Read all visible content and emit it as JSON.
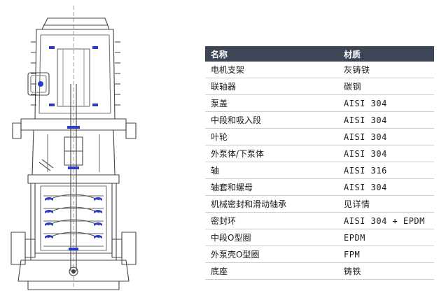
{
  "table": {
    "header": {
      "name": "名称",
      "material": "材质"
    },
    "rows": [
      {
        "name": "电机支架",
        "material": "灰铸铁"
      },
      {
        "name": "联轴器",
        "material": "碳钢"
      },
      {
        "name": "泵盖",
        "material": "AISI 304"
      },
      {
        "name": "中段和吸入段",
        "material": "AISI 304"
      },
      {
        "name": "叶轮",
        "material": "AISI 304"
      },
      {
        "name": "外泵体/下泵体",
        "material": "AISI 304"
      },
      {
        "name": "轴",
        "material": "AISI 316"
      },
      {
        "name": "轴套和螺母",
        "material": "AISI 304"
      },
      {
        "name": "机械密封和滑动轴承",
        "material": "见详情"
      },
      {
        "name": "密封环",
        "material": "AISI 304 + EPDM"
      },
      {
        "name": "中段O型圈",
        "material": "EPDM"
      },
      {
        "name": "外泵壳O型圈",
        "material": "FPM"
      },
      {
        "name": "底座",
        "material": "铸铁"
      }
    ]
  },
  "colors": {
    "header_bg": "#3d4656",
    "header_text": "#ffffff",
    "line": "#444444",
    "accent_blue": "#2a3bc4"
  }
}
